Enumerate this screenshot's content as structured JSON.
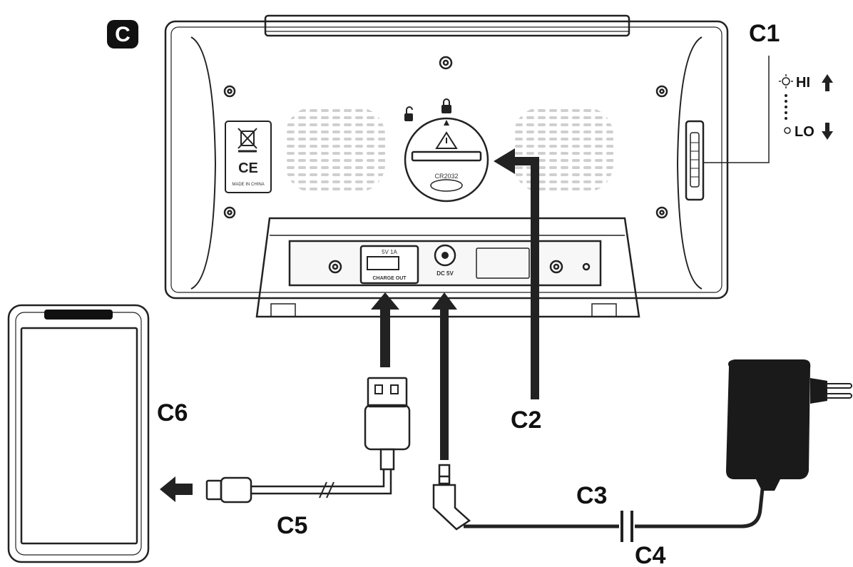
{
  "figure": {
    "badge": "C",
    "labels": {
      "c1": "C1",
      "c2": "C2",
      "c3": "C3",
      "c4": "C4",
      "c5": "C5",
      "c6": "C6"
    },
    "brightness": {
      "hi": "HI",
      "lo": "LO"
    },
    "device_markings": {
      "ce": "CE",
      "battery": "CR2032",
      "usb_rating": "5V 1A",
      "usb_port": "CHARGE OUT",
      "dc_input": "DC 5V",
      "made_in": "MADE IN CHINA"
    }
  }
}
